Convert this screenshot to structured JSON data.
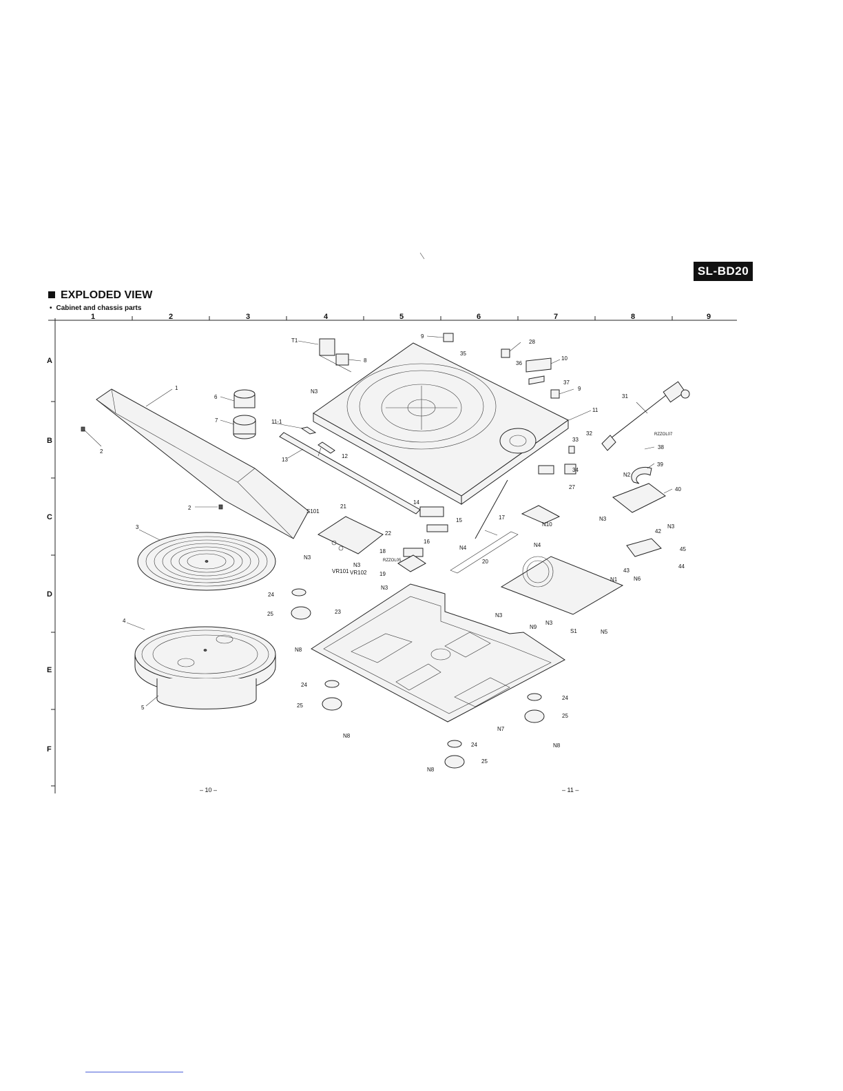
{
  "model_badge": "SL-BD20",
  "title": "EXPLODED VIEW",
  "subtitle": "Cabinet and chassis parts",
  "grid_columns": [
    "1",
    "2",
    "3",
    "4",
    "5",
    "6",
    "7",
    "8",
    "9"
  ],
  "grid_rows": [
    "A",
    "B",
    "C",
    "D",
    "E",
    "F"
  ],
  "page_numbers": {
    "left": "– 10 –",
    "right": "– 11 –"
  },
  "callouts": {
    "c1": "1",
    "c2a": "2",
    "c2b": "2",
    "c3": "3",
    "c4": "4",
    "c5": "5",
    "c6": "6",
    "c7": "7",
    "c8": "8",
    "c9a": "9",
    "c9b": "9",
    "c10": "10",
    "c11": "11",
    "c11_1": "11-1",
    "c12": "12",
    "c13": "13",
    "c14": "14",
    "c15": "15",
    "c16": "16",
    "c17": "17",
    "c18": "18",
    "c19": "19",
    "c20": "20",
    "c21": "21",
    "c22": "22",
    "c23": "23",
    "c24a": "24",
    "c24b": "24",
    "c24c": "24",
    "c24d": "24",
    "c25a": "25",
    "c25b": "25",
    "c25c": "25",
    "c25d": "25",
    "c27": "27",
    "c28": "28",
    "c31": "31",
    "c32": "32",
    "c33": "33",
    "c34": "34",
    "c35": "35",
    "c36": "36",
    "c37": "37",
    "c38": "38",
    "c39": "39",
    "c40": "40",
    "c42": "42",
    "c43": "43",
    "c44": "44",
    "c45": "45",
    "cT1": "T1",
    "cS101": "S101",
    "cS1": "S1",
    "cVR101": "VR101",
    "cVR102": "VR102",
    "cRZZ07": "RZZOL07",
    "cRZZ05": "RZZOL05",
    "cN1": "N1",
    "cN2": "N2",
    "cN3a": "N3",
    "cN3b": "N3",
    "cN3c": "N3",
    "cN3d": "N3",
    "cN3e": "N3",
    "cN3f": "N3",
    "cN3g": "N3",
    "cN3h": "N3",
    "cN4a": "N4",
    "cN4b": "N4",
    "cN5": "N5",
    "cN6": "N6",
    "cN7": "N7",
    "cN8a": "N8",
    "cN8b": "N8",
    "cN8c": "N8",
    "cN8d": "N8",
    "cN9": "N9",
    "cN10": "N10"
  }
}
